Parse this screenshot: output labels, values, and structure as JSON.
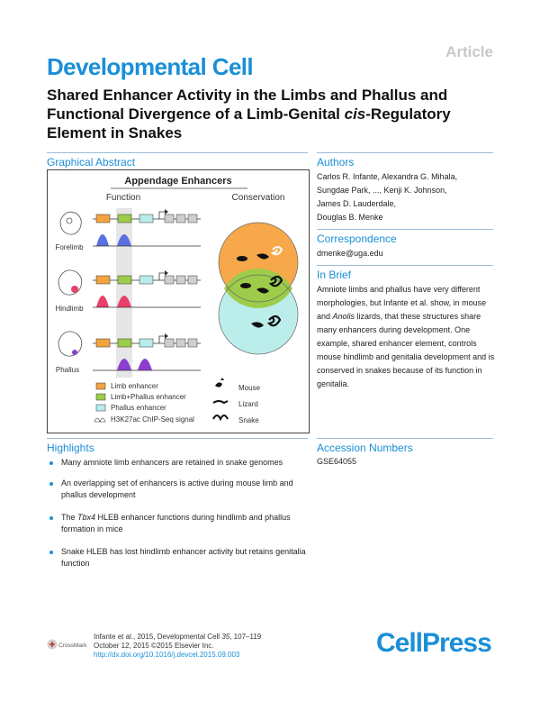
{
  "header": {
    "article_tag": "Article",
    "journal": "Developmental Cell",
    "title_part1": "Shared Enhancer Activity in the Limbs and Phallus and Functional Divergence of a Limb-Genital ",
    "title_cis": "cis",
    "title_part2": "-Regulatory Element in Snakes"
  },
  "graphical_abstract": {
    "label": "Graphical Abstract",
    "title": "Appendage Enhancers",
    "function_label": "Function",
    "conservation_label": "Conservation",
    "rows": [
      {
        "label": "Forelimb",
        "color": "#5a6fe0"
      },
      {
        "label": "Hindlimb",
        "color": "#e8406a"
      },
      {
        "label": "Phallus",
        "color": "#8b3fd0"
      }
    ],
    "legend": [
      {
        "label": "Limb enhancer",
        "color": "#f5a340"
      },
      {
        "label": "Limb+Phallus enhancer",
        "color": "#9ccc4a"
      },
      {
        "label": "Phallus enhancer",
        "color": "#b7ecea"
      },
      {
        "label": "H3K27ac ChIP-Seq signal"
      }
    ],
    "animals": [
      "Mouse",
      "Lizard",
      "Snake"
    ],
    "colors": {
      "orange": "#f5a340",
      "green": "#9ccc4a",
      "cyan": "#b7ecea",
      "gray": "#cfcfcf"
    }
  },
  "authors": {
    "label": "Authors",
    "lines": [
      "Carlos R. Infante, Alexandra G. Mihala,",
      "Sungdae Park, ..., Kenji K. Johnson,",
      "James D. Lauderdale,",
      "Douglas B. Menke"
    ]
  },
  "correspondence": {
    "label": "Correspondence",
    "email": "dmenke@uga.edu"
  },
  "in_brief": {
    "label": "In Brief",
    "text_part1": "Amniote limbs and phallus have very different morphologies, but Infante et al. show, in mouse and ",
    "text_anolis": "Anolis",
    "text_part2": " lizards, that these structures share many enhancers during development. One example, shared enhancer element, controls mouse hindlimb and genitalia development and is conserved in snakes because of its function in genitalia."
  },
  "highlights": {
    "label": "Highlights",
    "items": [
      {
        "text": "Many amniote limb enhancers are retained in snake genomes"
      },
      {
        "text": "An overlapping set of enhancers is active during mouse limb and phallus development"
      },
      {
        "pre": "The ",
        "italic": "Tbx4",
        "post": " HLEB enhancer functions during hindlimb and phallus formation in mice"
      },
      {
        "text": "Snake HLEB has lost hindlimb enhancer activity but retains genitalia function"
      }
    ]
  },
  "accession": {
    "label": "Accession Numbers",
    "number": "GSE64055"
  },
  "footer": {
    "citation_pre": "Infante et al., 2015, Developmental Cell ",
    "volume": "35",
    "citation_post": ", 107–119",
    "date_line": "October 12, 2015 ©2015 Elsevier Inc.",
    "doi": "http://dx.doi.org/10.1016/j.devcel.2015.09.003",
    "crossmark": "CrossMark",
    "publisher": "CellPress"
  }
}
